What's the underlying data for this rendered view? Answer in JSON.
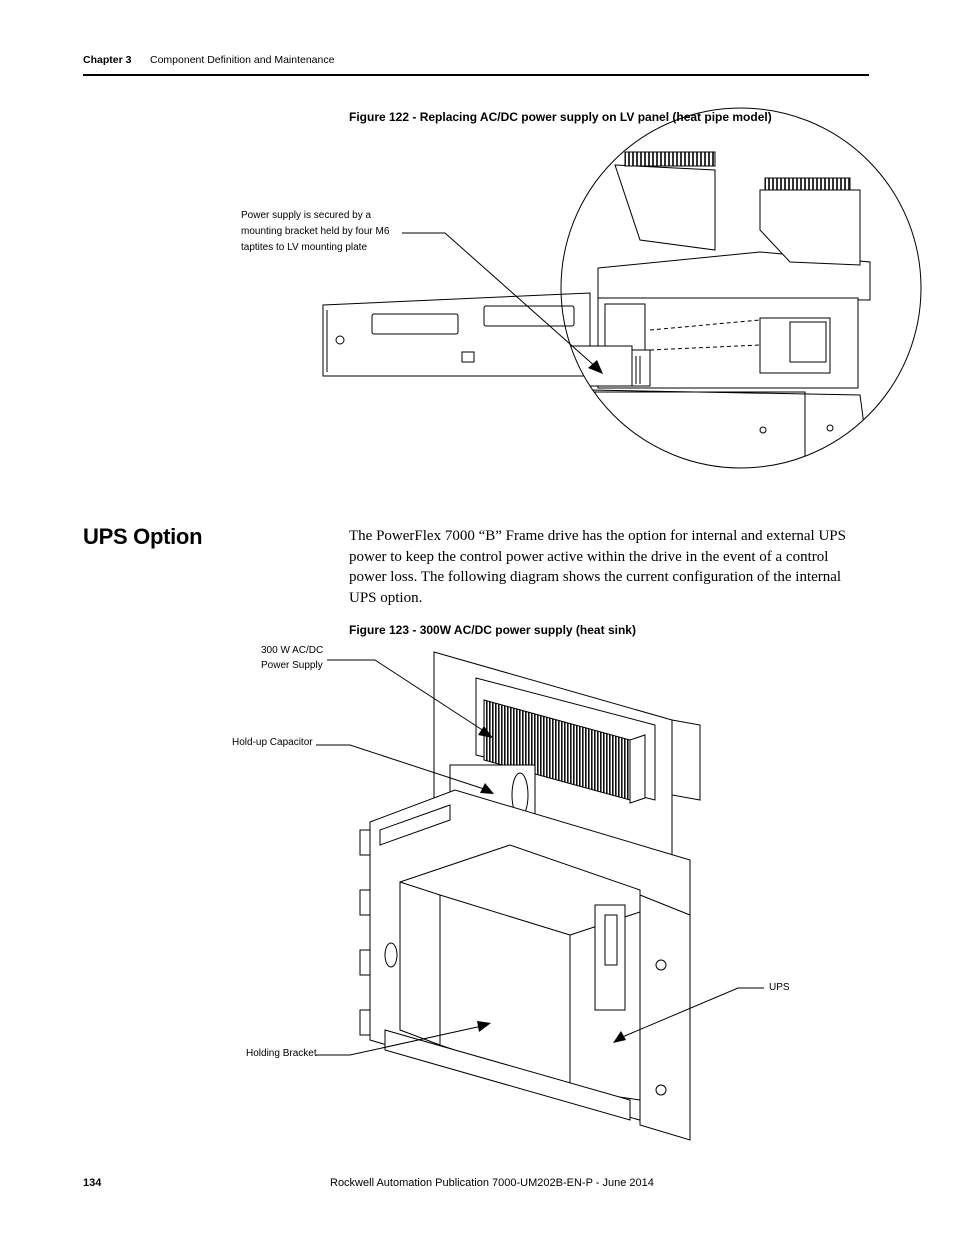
{
  "header": {
    "chapter": "Chapter 3",
    "title": "Component Definition and Maintenance"
  },
  "figure122": {
    "caption": "Figure 122 - Replacing AC/DC power supply on LV panel (heat pipe model)",
    "callout": "Power supply is secured by a mounting bracket held by four M6 taptites to LV mounting plate",
    "callout_lines": [
      "Power supply is secured by a",
      "mounting bracket held by four M6",
      "taptites to LV mounting plate"
    ]
  },
  "section": {
    "heading": "UPS Option",
    "paragraph": "The PowerFlex 7000 “B” Frame drive has the option for internal and external UPS power to keep the control power active within the drive in the event of a control power loss. The following diagram shows the current configuration of the internal UPS option."
  },
  "figure123": {
    "caption": "Figure 123 - 300W AC/DC power supply (heat sink)",
    "callouts": {
      "power_supply_lines": [
        "300 W AC/DC",
        "Power Supply"
      ],
      "capacitor": "Hold-up Capacitor",
      "bracket": "Holding Bracket",
      "ups": "UPS"
    }
  },
  "footer": {
    "page_number": "134",
    "publication": "Rockwell Automation Publication 7000-UM202B-EN-P - June 2014"
  }
}
